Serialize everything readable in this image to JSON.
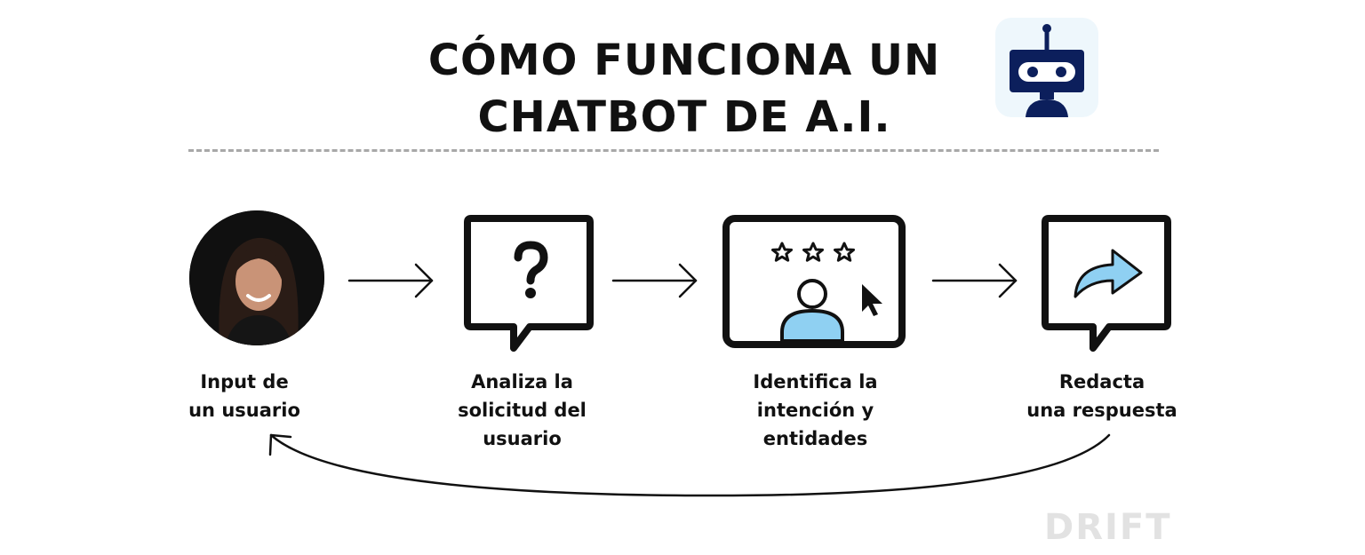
{
  "title": {
    "line1": "CÓMO FUNCIONA UN",
    "line2": "CHATBOT DE A.I."
  },
  "steps": [
    {
      "label": "Input de\nun usuario",
      "icon": "user-photo-avatar"
    },
    {
      "label": "Analiza la\nsolicitud del\nusuario",
      "icon": "question-speech-bubble-icon"
    },
    {
      "label": "Identifica la\nintención y\nentidades",
      "icon": "user-rating-screen-icon"
    },
    {
      "label": "Redacta\nuna respuesta",
      "icon": "reply-arrow-speech-bubble-icon"
    }
  ],
  "brand": {
    "logo": "DRIFT"
  },
  "colors": {
    "text": "#111111",
    "accent_blue": "#8fd0f2",
    "robot_navy": "#0c1f5c",
    "robot_tile": "#eef7fc",
    "divider": "#a8a8a8",
    "brand_gray": "#e2e2e2"
  }
}
